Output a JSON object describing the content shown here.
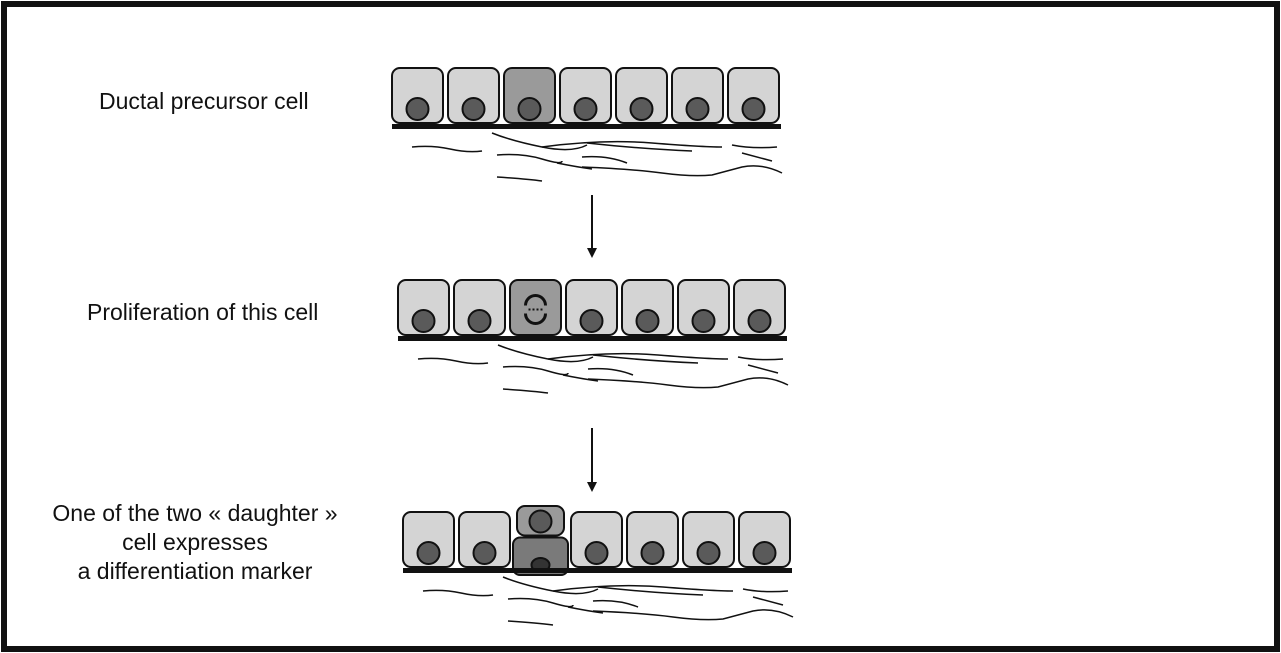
{
  "figure": {
    "steps": [
      {
        "label": "Ductal precursor cell"
      },
      {
        "label": "Proliferation of this cell"
      },
      {
        "label_lines": [
          "One of the two « daughter »",
          "cell expresses",
          "a differentiation marker"
        ]
      }
    ]
  },
  "colors": {
    "cell_fill": "#d4d4d4",
    "highlight_cell_fill": "#9a9a9a",
    "marker_cell_fill": "#7a7a7a",
    "nucleus_fill": "#5a5a5a",
    "line": "#111111",
    "background": "#ffffff"
  },
  "icons": {
    "mitosis": "mitosis-icon"
  }
}
